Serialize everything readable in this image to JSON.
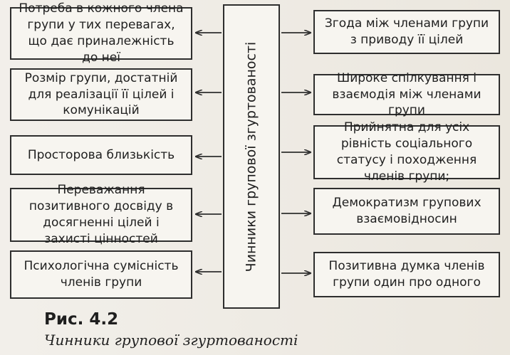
{
  "diagram": {
    "center_label": "Чинники групової згуртованості",
    "left_items": [
      "Потреба в кожного члена групи у тих перевагах, що дає приналежність до неї",
      "Розмір групи, достатній для реалізації її цілей і комунікацій",
      "Просторова близькість",
      "Переважання позитивного досвіду в досягненні цілей і захисті цінностей",
      "Психологічна сумісність членів групи"
    ],
    "right_items": [
      "Згода між членами групи з приводу її цілей",
      "Широке спілкування і взаємодія між членами групи",
      "Прийнятна для усіх рівність соціального статусу і походження членів групи;",
      "Демократизм групових взаємовідносин",
      "Позитивна думка членів групи один про одного"
    ],
    "caption": {
      "label": "Рис. 4.2",
      "title": "Чинники групової згуртованості"
    }
  }
}
